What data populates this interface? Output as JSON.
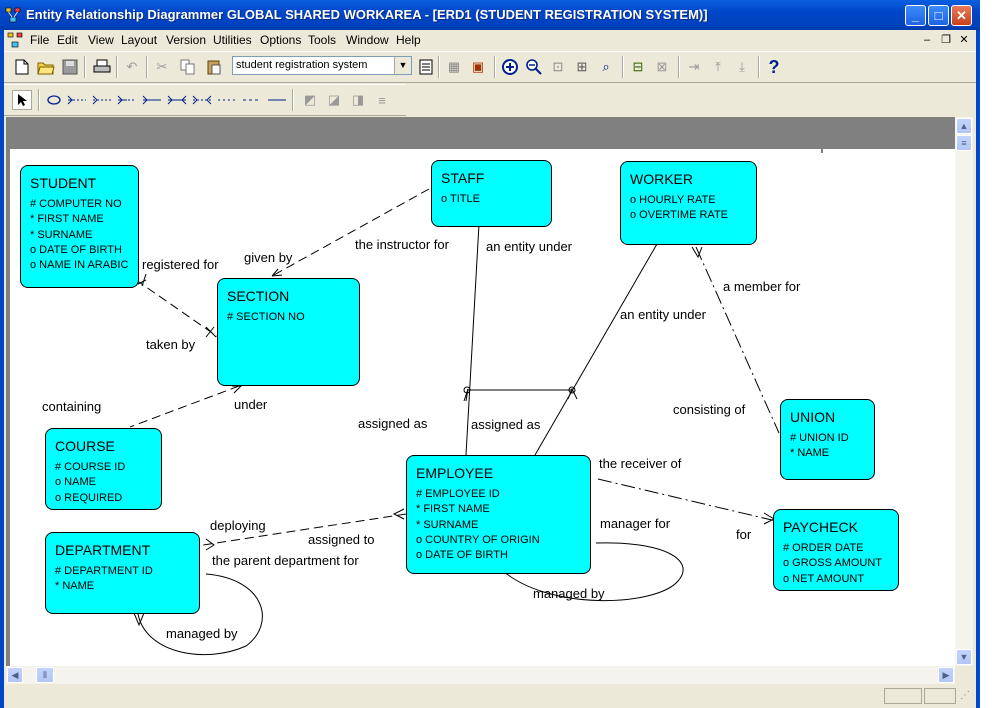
{
  "window": {
    "title": "Entity Relationship Diagrammer GLOBAL SHARED WORKAREA - [ERD1 (STUDENT REGISTRATION SYSTEM)]",
    "minimize": "_",
    "maximize": "□",
    "close": "✕"
  },
  "menu": [
    "File",
    "Edit",
    "View",
    "Layout",
    "Version",
    "Utilities",
    "Options",
    "Tools",
    "Window",
    "Help"
  ],
  "diagram_selector": {
    "value": "student registration system"
  },
  "colors": {
    "entity_fill": "#00ffff",
    "titlebar": "#0046c8"
  },
  "entities": {
    "student": {
      "name": "STUDENT",
      "attributes": [
        "#  COMPUTER NO",
        "*  FIRST NAME",
        "*  SURNAME",
        "o  DATE OF BIRTH",
        "o  NAME IN ARABIC"
      ]
    },
    "staff": {
      "name": "STAFF",
      "attributes": [
        "o  TITLE"
      ]
    },
    "worker": {
      "name": "WORKER",
      "attributes": [
        "o  HOURLY RATE",
        "o  OVERTIME RATE"
      ]
    },
    "section": {
      "name": "SECTION",
      "attributes": [
        "#  SECTION NO"
      ]
    },
    "course": {
      "name": "COURSE",
      "attributes": [
        "#  COURSE ID",
        "o  NAME",
        "o  REQUIRED"
      ]
    },
    "union": {
      "name": "UNION",
      "attributes": [
        "#  UNION ID",
        "*  NAME"
      ]
    },
    "employee": {
      "name": "EMPLOYEE",
      "attributes": [
        "#  EMPLOYEE ID",
        "*  FIRST NAME",
        "*  SURNAME",
        "o  COUNTRY OF ORIGIN",
        "o  DATE OF BIRTH"
      ]
    },
    "department": {
      "name": "DEPARTMENT",
      "attributes": [
        "#  DEPARTMENT ID",
        "*  NAME"
      ]
    },
    "paycheck": {
      "name": "PAYCHECK",
      "attributes": [
        "#  ORDER DATE",
        "o  GROSS AMOUNT",
        "o  NET AMOUNT"
      ]
    }
  },
  "relationship_labels": {
    "registered_for": "registered for",
    "given_by": "given by",
    "instructor_for": "the instructor for",
    "staff_entity_under": "an entity under",
    "member_for": "a member for",
    "worker_entity_under": "an entity under",
    "taken_by": "taken by",
    "containing": "containing",
    "under": "under",
    "assigned_as_1": "assigned as",
    "assigned_as_2": "assigned as",
    "consisting_of": "consisting of",
    "receiver_of": "the receiver of",
    "manager_for": "manager for",
    "for": "for",
    "deploying": "deploying",
    "assigned_to": "assigned to",
    "parent_department_for": "the parent department for",
    "employee_managed_by": "managed by",
    "department_managed_by": "managed by"
  },
  "toolbar_icons": [
    "new-icon",
    "open-icon",
    "save-icon",
    "print-icon",
    "undo-icon",
    "cut-icon",
    "copy-icon",
    "paste-icon",
    "zoom-in-icon",
    "zoom-out-icon",
    "help-icon"
  ],
  "drawing_tools": [
    "select-pointer-icon",
    "entity-tool-icon",
    "relationship-tool-icon"
  ]
}
